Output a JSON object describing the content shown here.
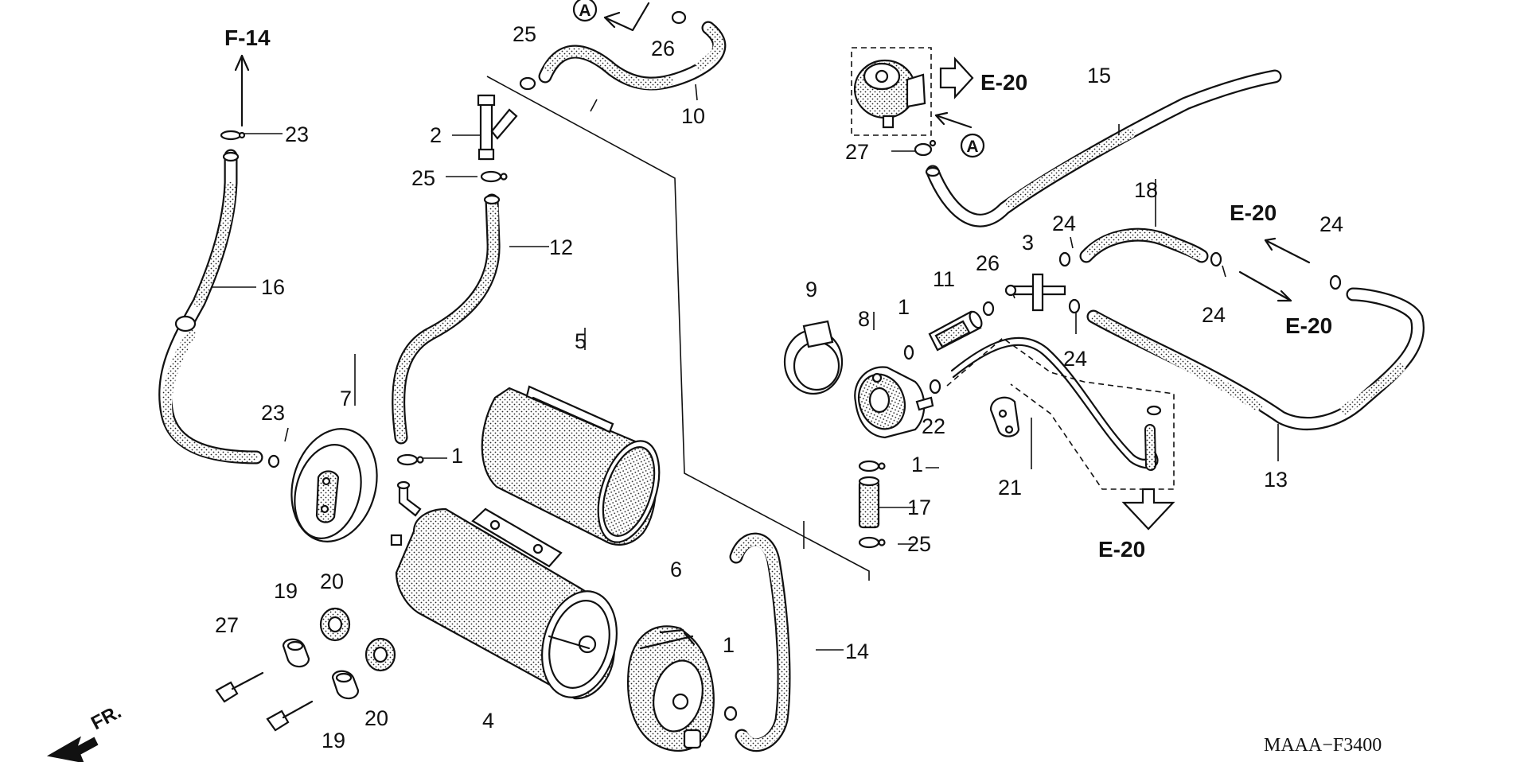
{
  "diagram_code": "MAAA−F3400",
  "front_label": "FR.",
  "callouts": [
    {
      "id": "p1a",
      "text": "1"
    },
    {
      "id": "p1b",
      "text": "1"
    },
    {
      "id": "p1c",
      "text": "1"
    },
    {
      "id": "p1d",
      "text": "1"
    },
    {
      "id": "p2",
      "text": "2"
    },
    {
      "id": "p3",
      "text": "3"
    },
    {
      "id": "p4",
      "text": "4"
    },
    {
      "id": "p5",
      "text": "5"
    },
    {
      "id": "p6",
      "text": "6"
    },
    {
      "id": "p7",
      "text": "7"
    },
    {
      "id": "p8",
      "text": "8"
    },
    {
      "id": "p9",
      "text": "9"
    },
    {
      "id": "p10",
      "text": "10"
    },
    {
      "id": "p11",
      "text": "11"
    },
    {
      "id": "p12",
      "text": "12"
    },
    {
      "id": "p13",
      "text": "13"
    },
    {
      "id": "p14",
      "text": "14"
    },
    {
      "id": "p15",
      "text": "15"
    },
    {
      "id": "p16",
      "text": "16"
    },
    {
      "id": "p17",
      "text": "17"
    },
    {
      "id": "p18",
      "text": "18"
    },
    {
      "id": "p19a",
      "text": "19"
    },
    {
      "id": "p19b",
      "text": "19"
    },
    {
      "id": "p20a",
      "text": "20"
    },
    {
      "id": "p20b",
      "text": "20"
    },
    {
      "id": "p21",
      "text": "21"
    },
    {
      "id": "p22",
      "text": "22"
    },
    {
      "id": "p23a",
      "text": "23"
    },
    {
      "id": "p23b",
      "text": "23"
    },
    {
      "id": "p24a",
      "text": "24"
    },
    {
      "id": "p24b",
      "text": "24"
    },
    {
      "id": "p24c",
      "text": "24"
    },
    {
      "id": "p24d",
      "text": "24"
    },
    {
      "id": "p25a",
      "text": "25"
    },
    {
      "id": "p25b",
      "text": "25"
    },
    {
      "id": "p25c",
      "text": "25"
    },
    {
      "id": "p26a",
      "text": "26"
    },
    {
      "id": "p26b",
      "text": "26"
    },
    {
      "id": "p27a",
      "text": "27"
    },
    {
      "id": "p27b",
      "text": "27"
    }
  ],
  "references": [
    {
      "id": "r-f14",
      "text": "F-14"
    },
    {
      "id": "r-e20a",
      "text": "E-20"
    },
    {
      "id": "r-e20b",
      "text": "E-20"
    },
    {
      "id": "r-e20c",
      "text": "E-20"
    },
    {
      "id": "r-e20d",
      "text": "E-20"
    }
  ],
  "connector_marks": [
    {
      "id": "a-top",
      "text": "A"
    },
    {
      "id": "a-right",
      "text": "A"
    }
  ]
}
